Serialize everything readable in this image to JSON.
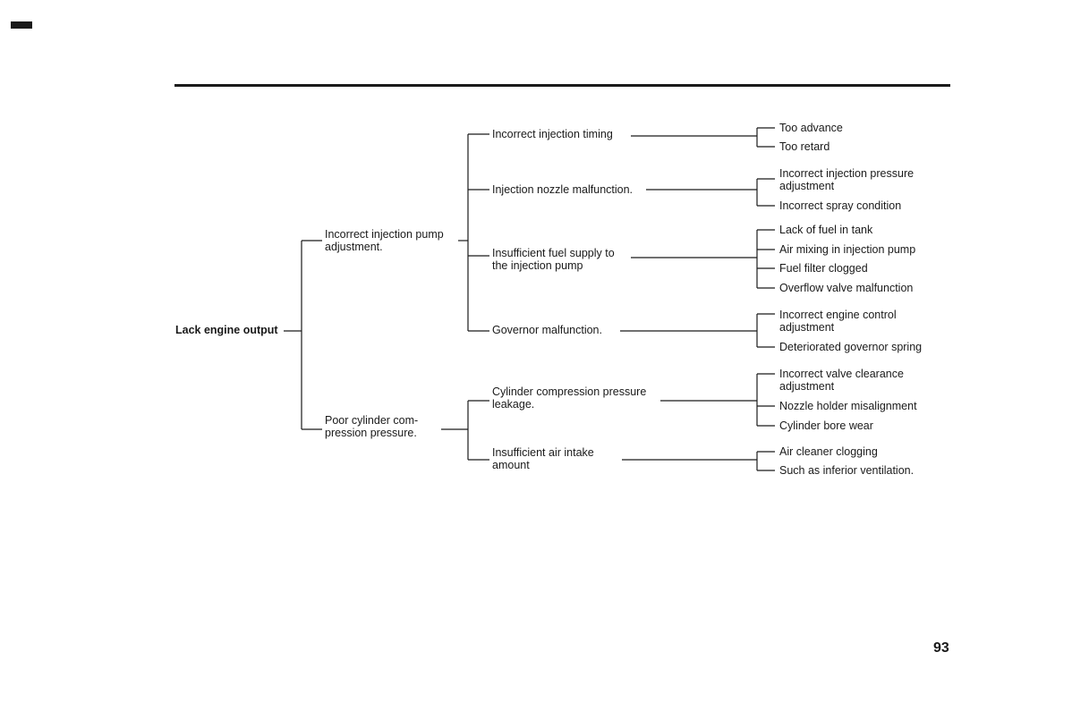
{
  "root": "Lack engine output",
  "level1": [
    {
      "label": "Incorrect injection pump\nadjustment.",
      "children": [
        {
          "label": "Incorrect injection timing",
          "causes": [
            "Too advance",
            "Too retard"
          ]
        },
        {
          "label": "Injection nozzle malfunction.",
          "causes": [
            "Incorrect injection pressure\nadjustment",
            "Incorrect spray condition"
          ]
        },
        {
          "label": "Insufficient fuel supply to\nthe injection pump",
          "causes": [
            "Lack of fuel in tank",
            "Air mixing in injection pump",
            "Fuel filter clogged",
            "Overflow valve malfunction"
          ]
        },
        {
          "label": "Governor malfunction.",
          "causes": [
            "Incorrect engine control\nadjustment",
            "Deteriorated governor spring"
          ]
        }
      ]
    },
    {
      "label": "Poor cylinder com-\npression pressure.",
      "children": [
        {
          "label": "Cylinder compression pressure\nleakage.",
          "causes": [
            "Incorrect valve clearance\nadjustment",
            "Nozzle holder misalignment",
            "Cylinder bore wear"
          ]
        },
        {
          "label": "Insufficient air intake\namount",
          "causes": [
            "Air cleaner clogging",
            "Such as inferior ventilation."
          ]
        }
      ]
    }
  ],
  "page_number": "93"
}
